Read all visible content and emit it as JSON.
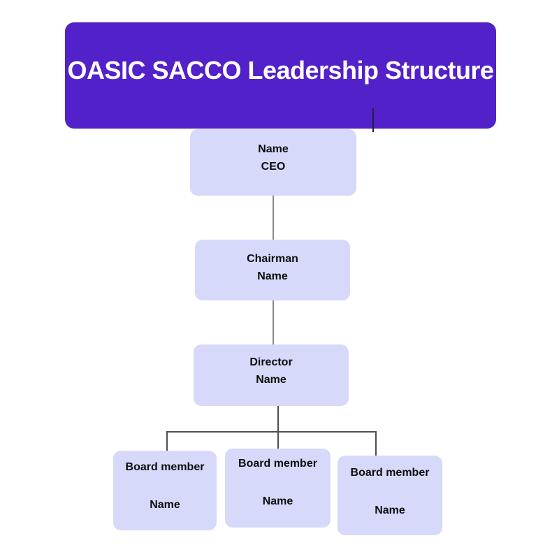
{
  "header": {
    "title": "OASIC SACCO Leadership Structure"
  },
  "colors": {
    "banner-bg": "#5221C9",
    "node-bg": "#D6D9FA",
    "title-text": "#FFFFFF",
    "node-text": "#0D0D0D",
    "connector-upper": "#8A8A8A",
    "connector-lower": "#4F4F4F",
    "cursor": "#23233D"
  },
  "nodes": [
    {
      "role": "ceo",
      "line1": "Name",
      "line2": "CEO"
    },
    {
      "role": "chairman",
      "line1": "Chairman",
      "line2": "Name"
    },
    {
      "role": "director",
      "line1": "Director",
      "line2": "Name"
    },
    {
      "role": "board-member-1",
      "line1": "Board member",
      "line2": "Name"
    },
    {
      "role": "board-member-2",
      "line1": "Board member",
      "line2": "Name"
    },
    {
      "role": "board-member-3",
      "line1": "Board member",
      "line2": "Name"
    }
  ]
}
